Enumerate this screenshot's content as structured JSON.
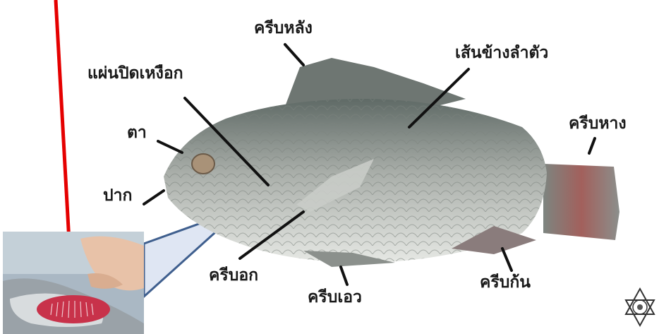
{
  "labels": {
    "dorsal_fin": "ครีบหลัง",
    "gill_cover": "แผ่นปิดเหงือก",
    "lateral_line": "เส้นข้างลำตัว",
    "eye": "ตา",
    "tail_fin": "ครีบหาง",
    "mouth": "ปาก",
    "pectoral_fin": "ครีบอก",
    "pelvic_fin": "ครีบเอว",
    "anal_fin": "ครีบก้น"
  },
  "colors": {
    "arrow": "#e50000",
    "callout_fill": "#dfe6f3",
    "callout_stroke": "#3f5f8e",
    "fish_body": "#b9bcb8",
    "gill_red": "#c8324a"
  },
  "icons": {
    "logo": "university-seal-icon"
  }
}
